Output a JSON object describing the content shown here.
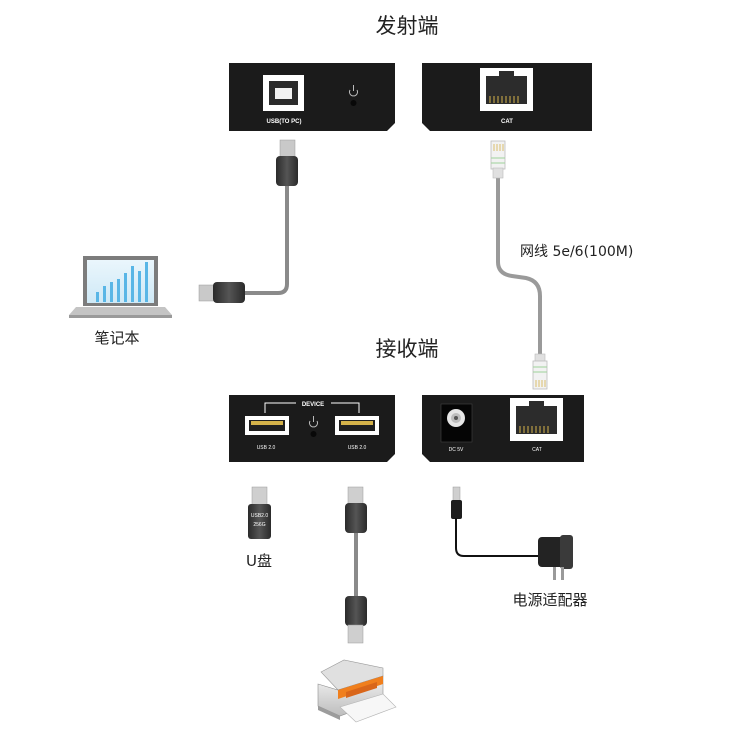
{
  "sections": {
    "transmitter_title": "发射端",
    "receiver_title": "接收端"
  },
  "transmitter": {
    "usb_port_label": "USB(TO PC)",
    "cat_port_label": "CAT"
  },
  "receiver": {
    "device_label": "DEVICE",
    "usb_left_label": "USB 2.0",
    "usb_right_label": "USB 2.0",
    "dc_label": "DC 5V",
    "cat_port_label": "CAT"
  },
  "cable_label": "网线 5e/6(100M)",
  "devices": {
    "laptop": "笔记本",
    "udisk": "U盘",
    "udisk_print_1": "USB2.0",
    "udisk_print_2": "256G",
    "power_adapter": "电源适配器"
  },
  "icons": [
    "power-icon",
    "usb-b-port-icon",
    "rj45-port-icon",
    "usb-a-port-icon",
    "dc-jack-icon",
    "laptop-icon",
    "printer-icon",
    "usb-drive-icon",
    "power-adapter-icon"
  ]
}
